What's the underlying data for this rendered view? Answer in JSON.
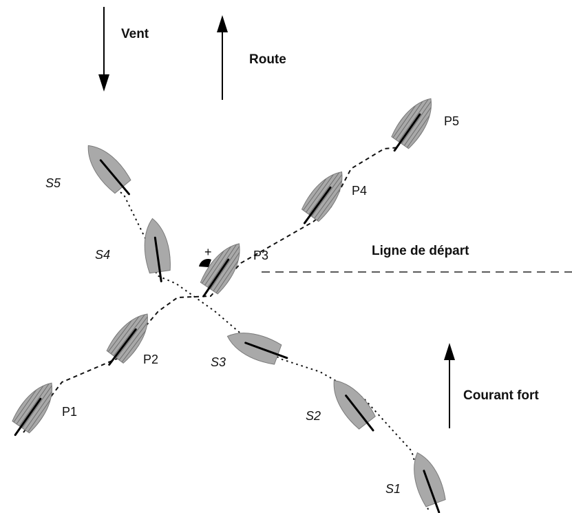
{
  "labels": {
    "wind": "Vent",
    "course": "Route",
    "start_line": "Ligne de départ",
    "current": "Courant fort",
    "mark": "+"
  },
  "port_boats": [
    "P1",
    "P2",
    "P3",
    "P4",
    "P5"
  ],
  "starboard_boats": [
    "S1",
    "S2",
    "S3",
    "S4",
    "S5"
  ],
  "colors": {
    "hull_starboard": "#a9a9a9",
    "hull_port_hatch": "#a9a9a9",
    "mast": "#000000",
    "text": "#111111"
  }
}
